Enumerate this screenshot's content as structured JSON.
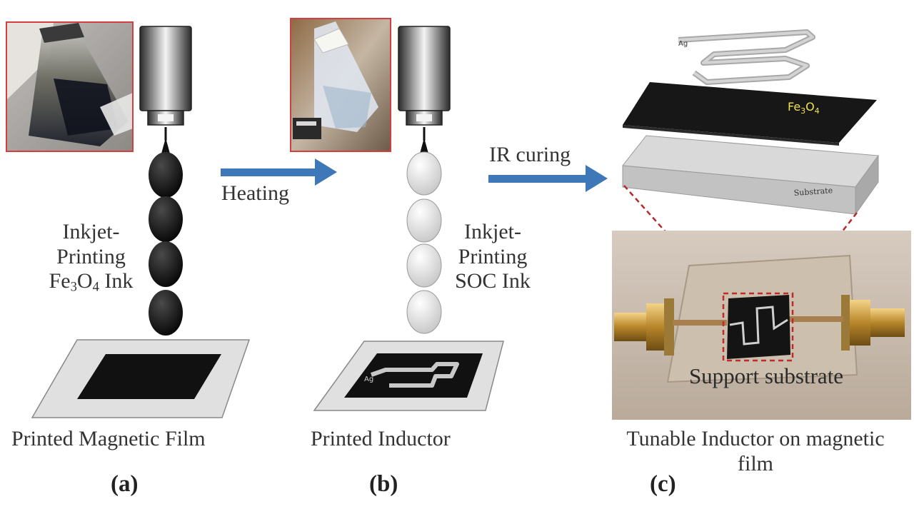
{
  "panel_a": {
    "ink_label": {
      "line1": "Inkjet-",
      "line2": "Printing",
      "formula": {
        "a": "Fe",
        "a_sub": "3",
        "b": "O",
        "b_sub": "4",
        "rest": " Ink"
      }
    },
    "caption": "Printed Magnetic Film",
    "tag": "(a)"
  },
  "arrow_1": {
    "label": "Heating"
  },
  "panel_b": {
    "ink_label": {
      "line1": "Inkjet-",
      "line2": "Printing",
      "line3": "SOC Ink"
    },
    "film_tag": "Ag",
    "caption": "Printed Inductor",
    "tag": "(b)"
  },
  "arrow_2": {
    "label": "IR curing"
  },
  "panel_c": {
    "stack": {
      "top_layer": "Ag",
      "middle_layer": {
        "a": "Fe",
        "a_sub": "3",
        "b": "O",
        "b_sub": "4"
      },
      "bottom_layer": "Substrate"
    },
    "photo_label": "Support substrate",
    "caption": {
      "line1": "Tunable Inductor on magnetic",
      "line2": "film"
    },
    "tag": "(c)"
  },
  "colors": {
    "arrow": "#3f78b8",
    "ink_black": "#101010",
    "ink_silver": "#e6e6e6",
    "photo_frame": "#d04040",
    "fe3o4_text": "#f2e24a",
    "zoom_lines": "#b52a2a"
  }
}
